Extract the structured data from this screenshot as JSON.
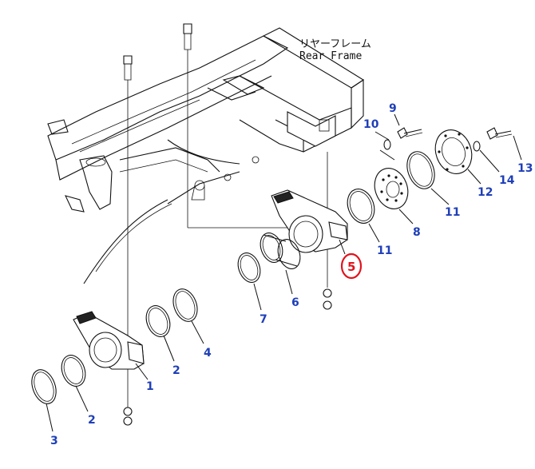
{
  "frame_label": {
    "jp": "リヤーフレーム",
    "en": "Rear Frame"
  },
  "callouts": [
    {
      "id": "c1",
      "text": "1"
    },
    {
      "id": "c2a",
      "text": "2"
    },
    {
      "id": "c2b",
      "text": "2"
    },
    {
      "id": "c3",
      "text": "3"
    },
    {
      "id": "c4",
      "text": "4"
    },
    {
      "id": "c5",
      "text": "5",
      "highlighted": true
    },
    {
      "id": "c6",
      "text": "6"
    },
    {
      "id": "c7",
      "text": "7"
    },
    {
      "id": "c8",
      "text": "8"
    },
    {
      "id": "c9",
      "text": "9"
    },
    {
      "id": "c10",
      "text": "10"
    },
    {
      "id": "c11a",
      "text": "11"
    },
    {
      "id": "c11b",
      "text": "11"
    },
    {
      "id": "c12",
      "text": "12"
    },
    {
      "id": "c13",
      "text": "13"
    },
    {
      "id": "c14",
      "text": "14"
    }
  ],
  "colors": {
    "callout": "#1f3fb8",
    "highlight": "#e0141e",
    "line": "#111111"
  }
}
